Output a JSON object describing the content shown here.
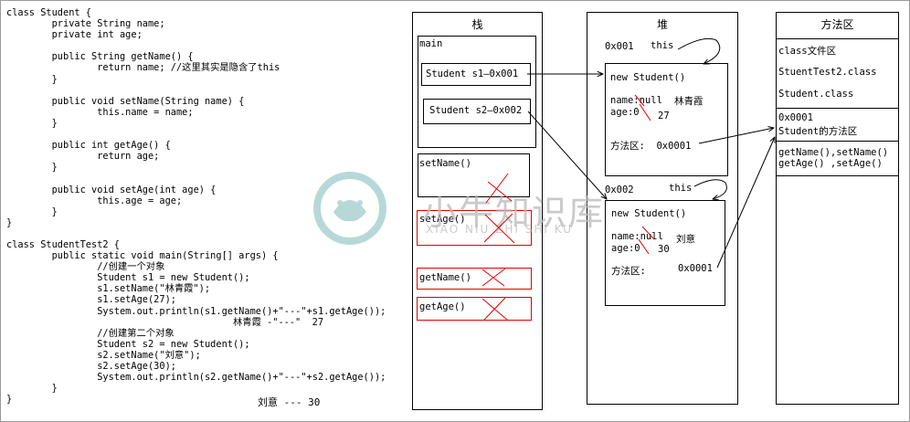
{
  "code_lines": [
    "class Student {",
    "        private String name;",
    "        private int age;",
    "",
    "        public String getName() {",
    "                return name; //这里其实是隐含了this",
    "        }",
    "",
    "        public void setName(String name) {",
    "                this.name = name;",
    "        }",
    "",
    "        public int getAge() {",
    "                return age;",
    "        }",
    "",
    "        public void setAge(int age) {",
    "                this.age = age;",
    "        }",
    "}",
    "",
    "class StudentTest2 {",
    "        public static void main(String[] args) {",
    "                //创建一个对象",
    "                Student s1 = new Student();",
    "                s1.setName(\"林青霞\");",
    "                s1.setAge(27);",
    "                System.out.println(s1.getName()+\"---\"+s1.getAge());",
    "                                        林青霞 -\"---\"  27",
    "                //创建第二个对象",
    "                Student s2 = new Student();",
    "                s2.setName(\"刘意\");",
    "                s2.setAge(30);",
    "                System.out.println(s2.getName()+\"---\"+s2.getAge());",
    "        }",
    "}"
  ],
  "code_output2": "刘意  ---  30",
  "stack": {
    "title": "栈",
    "main_label": "main",
    "s1": "Student s1—0x001",
    "s2": "Student s2—0x002",
    "set_name": "setName()",
    "set_age": "setAge()",
    "get_name": "getName()",
    "get_age": "getAge()"
  },
  "heap": {
    "title": "堆",
    "addr1": "0x001",
    "this1": "this",
    "obj1_title": "new Student()",
    "obj1_name": "name:null",
    "obj1_name_val": "林青霞",
    "obj1_age": "age:0",
    "obj1_age_val": "27",
    "obj1_method": "方法区:  0x0001",
    "addr2": "0x002",
    "this2": "this",
    "obj2_title": "new Student()",
    "obj2_name": "name:null",
    "obj2_name_val": "刘意",
    "obj2_age": "age:0",
    "obj2_age_val": "30",
    "obj2_method_label": "方法区:",
    "obj2_method_addr": "0x0001"
  },
  "method_area": {
    "title": "方法区",
    "class_file": "class文件区",
    "class1": "StuentTest2.class",
    "class2": "Student.class",
    "addr": "0x0001",
    "student_methods": "Student的方法区",
    "methods1": "getName(),setName()",
    "methods2": "getAge() ,setAge()"
  },
  "watermark": {
    "cn": "小牛知识库",
    "en": "XIAO NIU ZHI SHI KU"
  },
  "colors": {
    "frame_border": "#9a9a9a",
    "red": "#e00000",
    "watermark": "#b9b9b9",
    "watermark_teal": "#6fb5b0"
  }
}
